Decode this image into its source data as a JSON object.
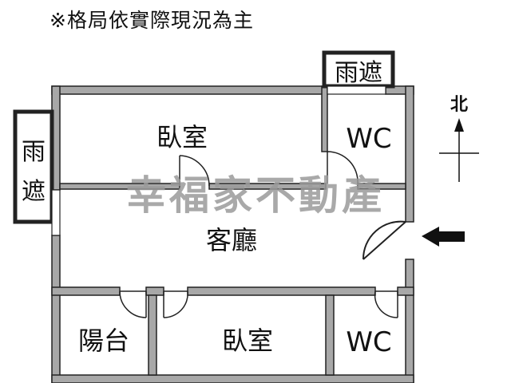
{
  "note": "※格局依實際現況為主",
  "rooms": {
    "rain_shelter_top": "雨遮",
    "bedroom_top": "臥室",
    "wc_top": "WC",
    "rain_shelter_left_top": "雨",
    "rain_shelter_left_bottom": "遮",
    "living_room": "客廳",
    "balcony": "陽台",
    "bedroom_bottom": "臥室",
    "wc_bottom": "WC"
  },
  "compass": {
    "label": "北"
  },
  "watermark": "幸福家不動產",
  "colors": {
    "wall": "#a8a8a8",
    "wall_edge": "#222222",
    "text": "#111111",
    "watermark": "#9a9a9a"
  }
}
